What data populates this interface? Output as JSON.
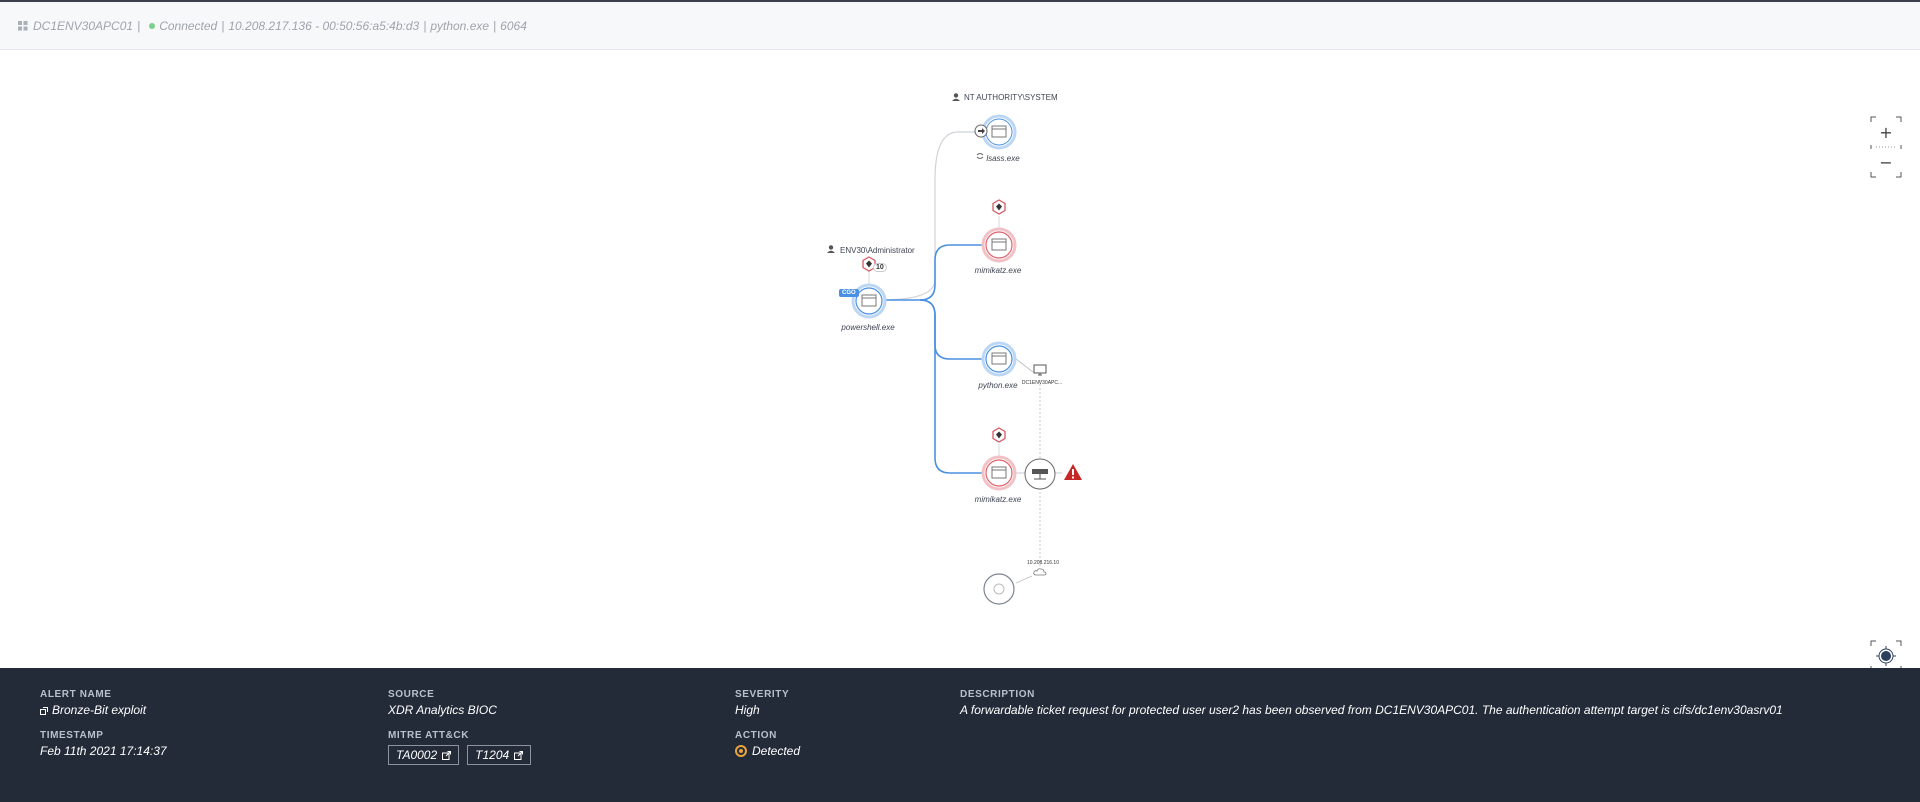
{
  "header": {
    "host": "DC1ENV30APC01",
    "status": "Connected",
    "ip_mac": "10.208.217.136 - 00:50:56:a5:4b:d3",
    "process": "python.exe",
    "pid": "6064",
    "sep": "|",
    "grid_icon": "grid-icon",
    "status_color": "#7ccf8f"
  },
  "graph": {
    "user_system": "NT AUTHORITY\\SYSTEM",
    "user_admin": "ENV30\\Administrator",
    "nodes": {
      "lsass": "lsass.exe",
      "mimikatz1": "mimikatz.exe",
      "powershell": "powershell.exe",
      "powershell_count": "10",
      "powershell_badge": "CGO",
      "python": "python.exe",
      "mimikatz2": "mimikatz.exe",
      "host_small": "DC1ENV30APC...",
      "ip_small": "10.208.216.10"
    },
    "colors": {
      "blue": "#4a90e2",
      "red": "#e2606a",
      "alert": "#c62828"
    }
  },
  "controls": {
    "zoom_in": "+",
    "zoom_out": "−"
  },
  "details": {
    "alert_name_label": "ALERT NAME",
    "alert_name": "Bronze-Bit exploit",
    "timestamp_label": "TIMESTAMP",
    "timestamp": "Feb 11th 2021 17:14:37",
    "source_label": "SOURCE",
    "source": "XDR Analytics BIOC",
    "mitre_label": "MITRE ATT&CK",
    "mitre": [
      "TA0002",
      "T1204"
    ],
    "severity_label": "SEVERITY",
    "severity": "High",
    "action_label": "ACTION",
    "action": "Detected",
    "action_color": "#e7a33c",
    "description_label": "DESCRIPTION",
    "description": "A forwardable ticket request for protected user user2 has been observed from DC1ENV30APC01. The authentication attempt target is cifs/dc1env30asrv01"
  }
}
